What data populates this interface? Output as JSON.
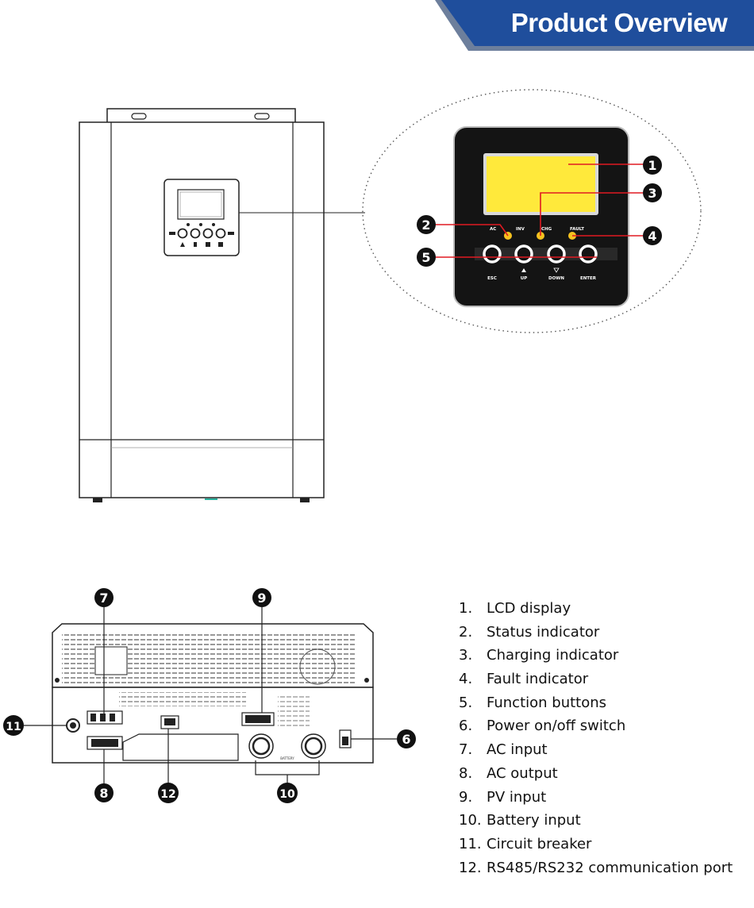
{
  "header": {
    "title": "Product Overview"
  },
  "front_panel": {
    "indicators": [
      "AC",
      "INV",
      "CHG",
      "FAULT"
    ],
    "buttons": [
      "ESC",
      "UP",
      "DOWN",
      "ENTER"
    ]
  },
  "callouts": [
    "1",
    "2",
    "3",
    "4",
    "5",
    "6",
    "7",
    "8",
    "9",
    "10",
    "11",
    "12"
  ],
  "rear_panel": {
    "battery_label": "BATTERY"
  },
  "legend": [
    {
      "num": "1.",
      "label": "LCD display"
    },
    {
      "num": "2.",
      "label": "Status indicator"
    },
    {
      "num": "3.",
      "label": "Charging indicator"
    },
    {
      "num": "4.",
      "label": "Fault indicator"
    },
    {
      "num": "5.",
      "label": "Function buttons"
    },
    {
      "num": "6.",
      "label": "Power on/off switch"
    },
    {
      "num": "7.",
      "label": "AC input"
    },
    {
      "num": "8.",
      "label": "AC output"
    },
    {
      "num": "9.",
      "label": "PV input"
    },
    {
      "num": "10.",
      "label": "Battery input"
    },
    {
      "num": "11.",
      "label": "Circuit breaker"
    },
    {
      "num": "12.",
      "label": "RS485/RS232 communication port"
    }
  ],
  "colors": {
    "banner": "#1f4e9c",
    "banner_edge": "#6d7f9c",
    "lcd": "#ffe93b",
    "callout_line": "#e01a22",
    "led": "#f6c21f"
  }
}
